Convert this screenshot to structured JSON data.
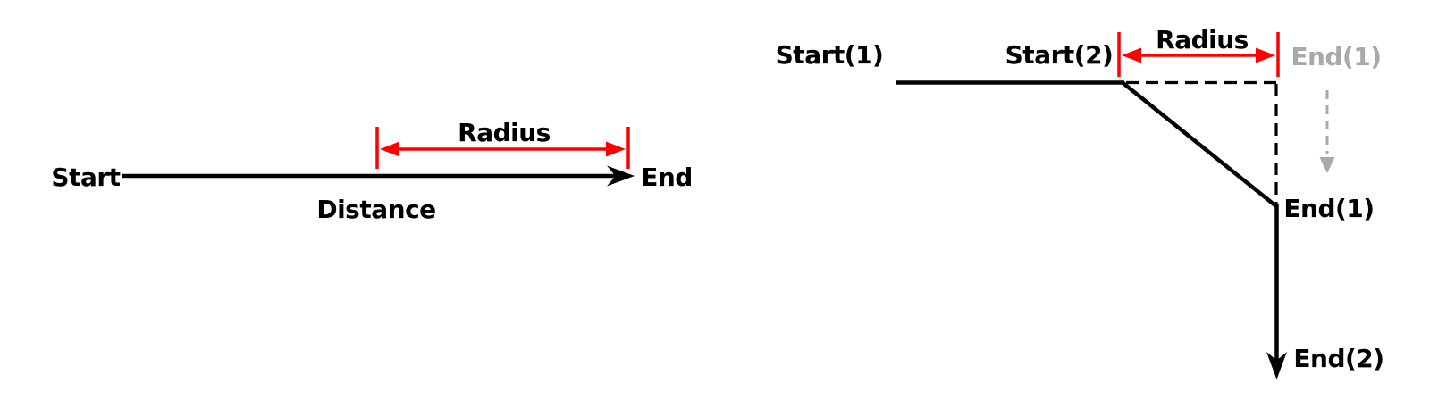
{
  "colors": {
    "line": "#000000",
    "red": "#ff0000",
    "gray": "#a9a9a9",
    "background": "#ffffff"
  },
  "left_diagram": {
    "start_label": "Start",
    "end_label": "End",
    "distance_label": "Distance",
    "radius_label": "Radius"
  },
  "right_diagram": {
    "start1_label": "Start(1)",
    "start2_label": "Start(2)",
    "radius_label": "Radius",
    "end1_ghost_label": "End(1)",
    "end1_label": "End(1)",
    "end2_label": "End(2)"
  }
}
